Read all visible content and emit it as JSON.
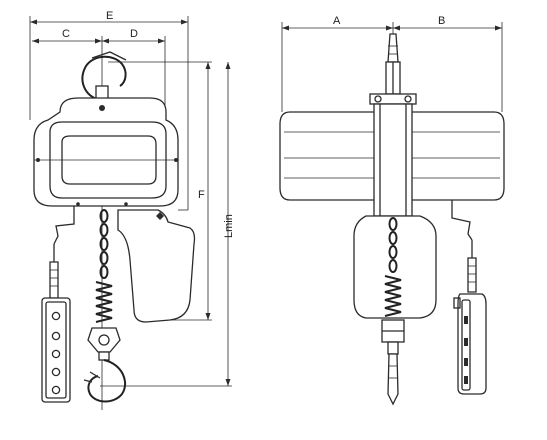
{
  "dimensions": {
    "e": "E",
    "c": "C",
    "d": "D",
    "f": "F",
    "lmin": "Lmin",
    "a": "A",
    "b": "B"
  },
  "colors": {
    "line": "#2b2b2b",
    "background": "#ffffff"
  }
}
